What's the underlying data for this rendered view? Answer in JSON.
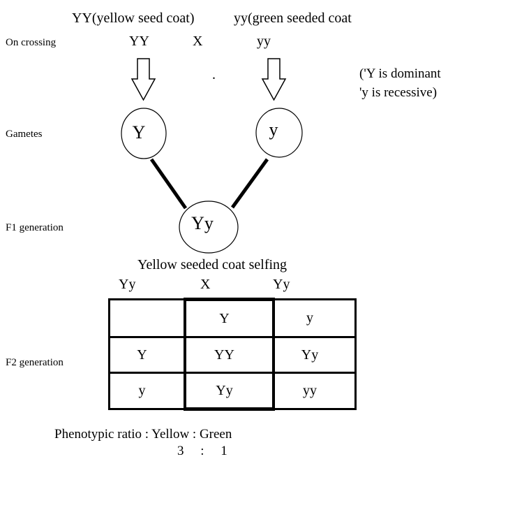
{
  "parents": {
    "row_label": "On crossing",
    "left_label": "YY(yellow seed coat)",
    "right_label": "yy(green seeded coat",
    "left_genotype": "YY",
    "cross_symbol": "X",
    "right_genotype": "yy"
  },
  "note": {
    "line1": "('Y is dominant",
    "line2": "'y is recessive)"
  },
  "decoration": {
    "dot": "."
  },
  "gametes": {
    "row_label": "Gametes",
    "left": "Y",
    "right": "y"
  },
  "f1": {
    "row_label": "F1 generation",
    "genotype": "Yy",
    "caption": "Yellow seeded coat selfing"
  },
  "f2": {
    "row_label": "F2 generation",
    "cross_header": {
      "left": "Yy",
      "symbol": "X",
      "right": "Yy"
    },
    "punnett": {
      "rows": [
        [
          "",
          "Y",
          "y"
        ],
        [
          "Y",
          "YY",
          "Yy"
        ],
        [
          "y",
          "Yy",
          "yy"
        ]
      ]
    }
  },
  "ratio": {
    "label": "Phenotypic ratio : Yellow : Green",
    "values": "3 : 1"
  }
}
